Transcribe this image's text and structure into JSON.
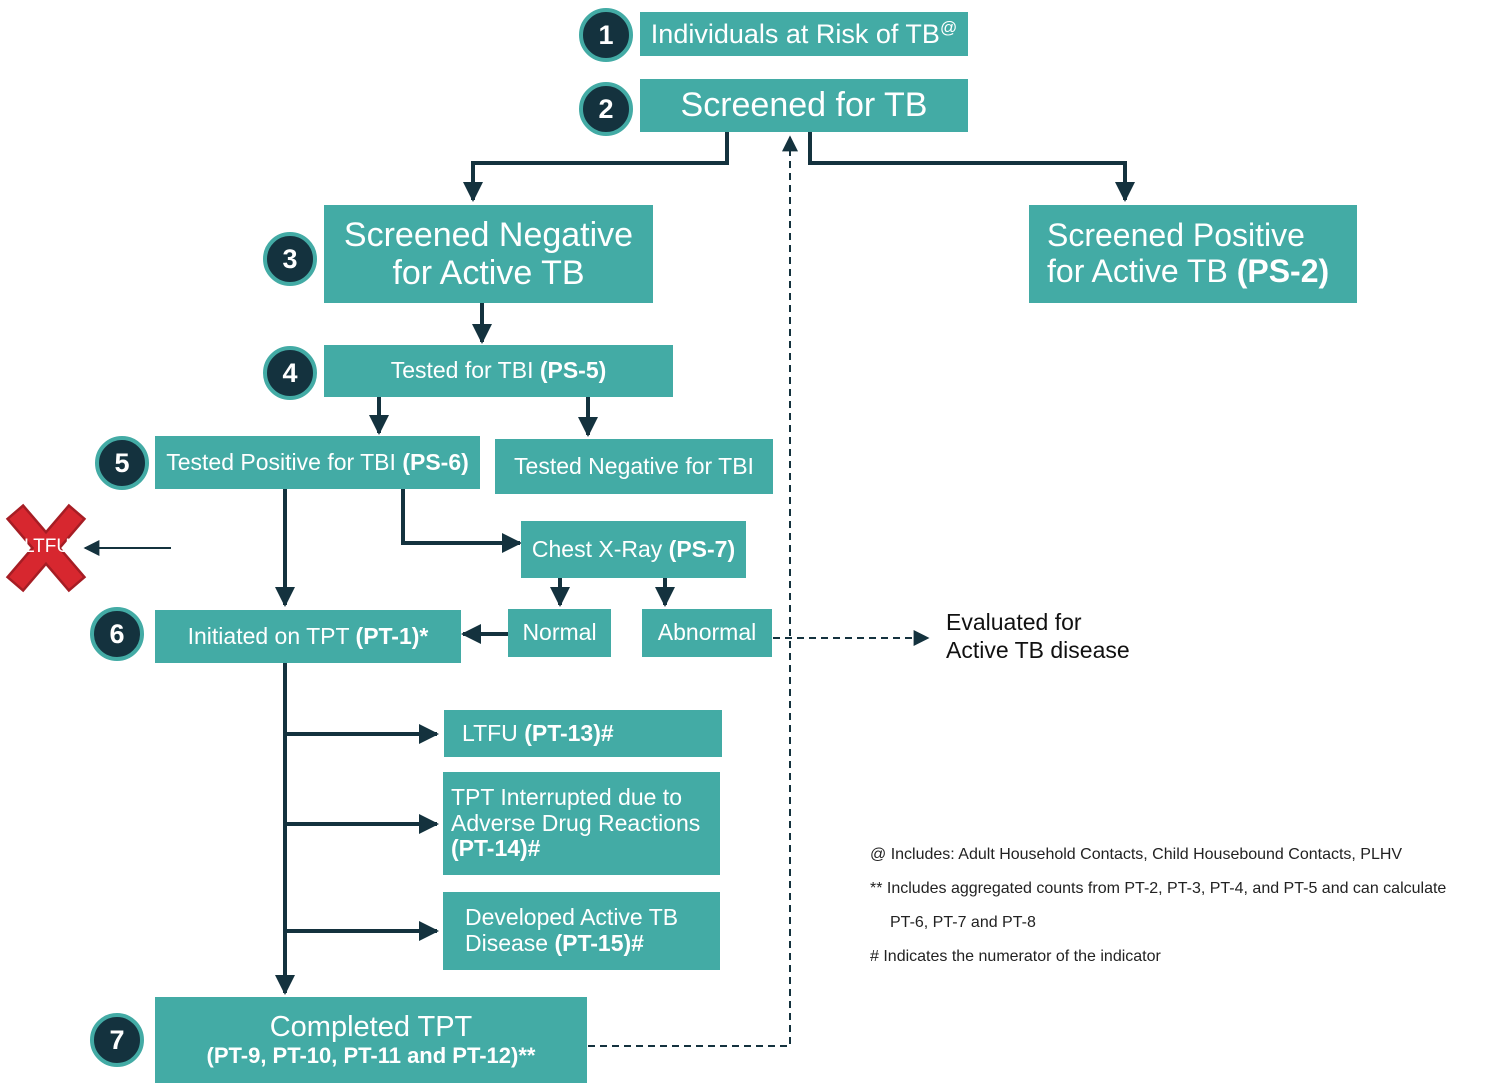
{
  "colors": {
    "box": "#43aba5",
    "circle": "#14323e",
    "line": "#14323e",
    "ltfu_x": "#d7272f"
  },
  "steps": {
    "s1": {
      "number": "1",
      "text": "Individuals at Risk of TB",
      "sup": "@"
    },
    "s2": {
      "number": "2",
      "text": "Screened for TB"
    },
    "s3": {
      "number": "3",
      "line1": "Screened Negative",
      "line2": "for Active TB"
    },
    "s4": {
      "number": "4",
      "text": "Tested for TBI ",
      "code": "(PS-5)"
    },
    "s5": {
      "number": "5",
      "text": "Tested Positive for TBI ",
      "code": "(PS-6)"
    },
    "s6": {
      "number": "6",
      "text": "Initiated on TPT ",
      "code": "(PT-1)*"
    },
    "s7": {
      "number": "7",
      "line1": "Completed TPT",
      "code": "(PT-9, PT-10, PT-11 and PT-12)**"
    }
  },
  "boxes": {
    "screened_positive": {
      "line1": "Screened Positive",
      "line2": "for Active TB ",
      "code": "(PS-2)"
    },
    "tested_negative": {
      "text": "Tested Negative for TBI"
    },
    "chest_xray": {
      "text": "Chest X-Ray ",
      "code": "(PS-7)"
    },
    "normal": {
      "text": "Normal"
    },
    "abnormal": {
      "text": "Abnormal"
    },
    "ltfu": {
      "text": "LTFU ",
      "code": "(PT-13)#"
    },
    "interrupted": {
      "line1": "TPT Interrupted due to",
      "line2": "Adverse Drug Reactions",
      "code": "(PT-14)#"
    },
    "developed": {
      "line1": "Developed Active TB",
      "line2": "Disease ",
      "code": "(PT-15)#"
    }
  },
  "ltfu_marker": {
    "label": "LTFU"
  },
  "evaluated": {
    "line1": "Evaluated for",
    "line2": "Active TB disease"
  },
  "notes": [
    "@ Includes: Adult Household Contacts, Child Housebound Contacts, PLHV",
    "** Includes aggregated counts from PT-2, PT-3, PT-4, and PT-5 and can calculate",
    "PT-6, PT-7 and PT-8",
    "# Indicates the numerator of the indicator"
  ]
}
